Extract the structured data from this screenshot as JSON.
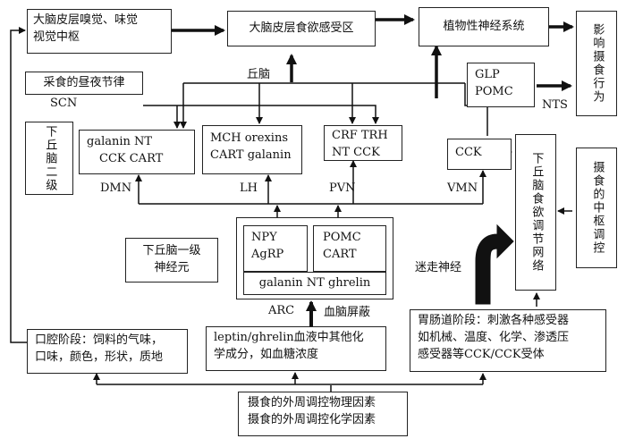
{
  "top": {
    "cortex_smell_taste": [
      "大脑皮层嗅觉、味觉",
      "视觉中枢"
    ],
    "cortex_appetite": "大脑皮层食欲感受区",
    "autonomic": "植物性神经系统",
    "behavior": "影响摄食行为"
  },
  "rhythm": {
    "label": "采食的昼夜节律",
    "scn": "SCN"
  },
  "qiunao": "丘脑",
  "glp": [
    "GLP",
    "POMC"
  ],
  "nts": "NTS",
  "secondary": "下丘脑二级",
  "dmn": {
    "box": [
      "galanin NT",
      "CCK CART"
    ],
    "label": "DMN"
  },
  "lh": {
    "box": [
      "MCH orexins",
      "CART galanin"
    ],
    "label": "LH"
  },
  "pvn": {
    "box": [
      "CRF  TRH",
      "NT  CCK"
    ],
    "label": "PVN"
  },
  "vmn": {
    "box": [
      "CCK"
    ],
    "label": "VMN"
  },
  "hypo_regulation": "下丘脑食欲调节网络",
  "central_control": "摄食的中枢调控",
  "primary": [
    "下丘脑一级",
    "神经元"
  ],
  "arc": {
    "npy": [
      "NPY",
      "AgRP"
    ],
    "pomc": [
      "POMC",
      "CART"
    ],
    "bottom": "galanin NT ghrelin",
    "label": "ARC"
  },
  "vagus": "迷走神经",
  "bbb": "血脑屏蔽",
  "blood": [
    "leptin/ghrelin血液中其他化",
    "学成分，如血糖浓度"
  ],
  "oral": [
    "口腔阶段：饲料的气味，",
    "口味，颜色，形状，质地"
  ],
  "gi": [
    "胃肠道阶段：刺激各种感受器",
    "如机械、温度、化学、渗透压",
    "感受器等CCK/CCK受体"
  ],
  "peripheral": [
    "摄食的外周调控物理因素",
    "摄食的外周调控化学因素"
  ]
}
